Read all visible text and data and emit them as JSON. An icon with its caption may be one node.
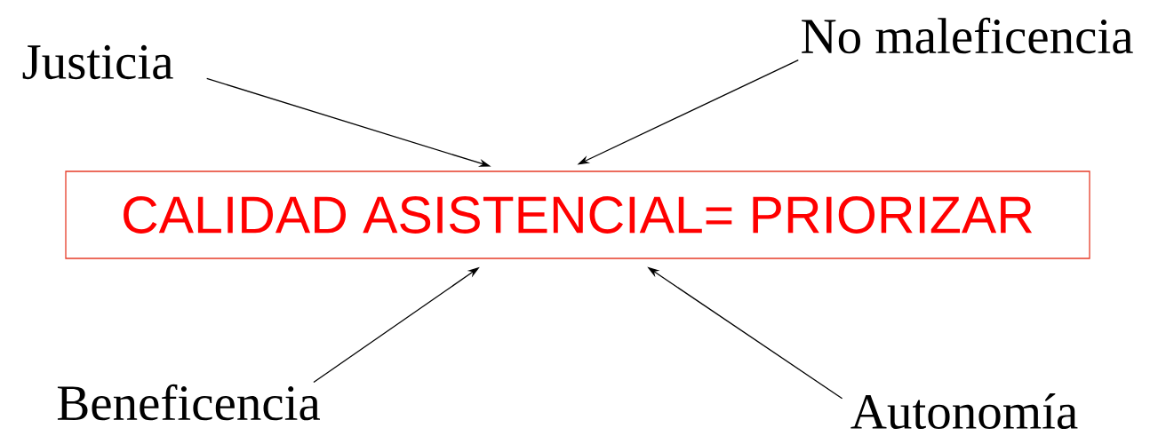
{
  "diagram": {
    "nodes": [
      {
        "text": [
          "Justicia"
        ]
      },
      {
        "text": [
          "No maleficencia"
        ]
      },
      {
        "text": [
          "CALIDAD ASISTENCIAL= PRIORIZAR"
        ]
      },
      {
        "text": [
          "Beneficencia"
        ]
      },
      {
        "text": [
          "Autonomía"
        ]
      }
    ],
    "edges": [
      {
        "from": 0,
        "to": 2,
        "arrow": "to"
      },
      {
        "from": 1,
        "to": 2,
        "arrow": "to"
      },
      {
        "from": 3,
        "to": 2,
        "arrow": "to"
      },
      {
        "from": 4,
        "to": 2,
        "arrow": "to"
      }
    ]
  }
}
